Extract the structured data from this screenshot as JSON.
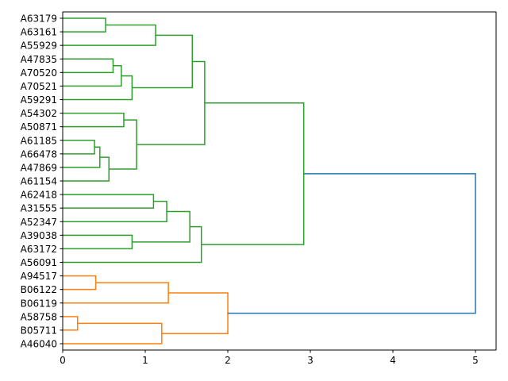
{
  "chart_data": {
    "type": "dendrogram",
    "orientation": "right",
    "title": "",
    "xlabel": "",
    "ylabel": "",
    "xlim": [
      0,
      5.25
    ],
    "xticks": [
      0,
      1,
      2,
      3,
      4,
      5
    ],
    "xtick_labels": [
      "0",
      "1",
      "2",
      "3",
      "4",
      "5"
    ],
    "grid": false,
    "leaves": [
      "A63179",
      "A63161",
      "A55929",
      "A47835",
      "A70520",
      "A70521",
      "A59291",
      "A54302",
      "A50871",
      "A61185",
      "A66478",
      "A47869",
      "A61154",
      "A62418",
      "A31555",
      "A52347",
      "A39038",
      "A63172",
      "A56091",
      "A94517",
      "B06122",
      "B06119",
      "A58758",
      "B05711",
      "A46040"
    ],
    "colors": {
      "green": "#2ca02c",
      "orange": "#ff7f0e",
      "blue": "#1f77b4"
    },
    "merges": [
      {
        "a": 0,
        "b": 1,
        "height": 0.52,
        "color": "green"
      },
      {
        "a": 25,
        "b": 2,
        "height": 1.125,
        "color": "green"
      },
      {
        "a": 3,
        "b": 4,
        "height": 0.61,
        "color": "green"
      },
      {
        "a": 27,
        "b": 5,
        "height": 0.71,
        "color": "green"
      },
      {
        "a": 28,
        "b": 6,
        "height": 0.84,
        "color": "green"
      },
      {
        "a": 26,
        "b": 29,
        "height": 1.57,
        "color": "green"
      },
      {
        "a": 7,
        "b": 8,
        "height": 0.74,
        "color": "green"
      },
      {
        "a": 9,
        "b": 10,
        "height": 0.385,
        "color": "green"
      },
      {
        "a": 32,
        "b": 11,
        "height": 0.45,
        "color": "green"
      },
      {
        "a": 33,
        "b": 12,
        "height": 0.56,
        "color": "green"
      },
      {
        "a": 31,
        "b": 34,
        "height": 0.895,
        "color": "green"
      },
      {
        "a": 30,
        "b": 35,
        "height": 1.72,
        "color": "green"
      },
      {
        "a": 13,
        "b": 14,
        "height": 1.1,
        "color": "green"
      },
      {
        "a": 37,
        "b": 15,
        "height": 1.26,
        "color": "green"
      },
      {
        "a": 16,
        "b": 17,
        "height": 0.84,
        "color": "green"
      },
      {
        "a": 38,
        "b": 39,
        "height": 1.54,
        "color": "green"
      },
      {
        "a": 40,
        "b": 18,
        "height": 1.68,
        "color": "green"
      },
      {
        "a": 36,
        "b": 41,
        "height": 2.92,
        "color": "green"
      },
      {
        "a": 19,
        "b": 20,
        "height": 0.4,
        "color": "orange"
      },
      {
        "a": 43,
        "b": 21,
        "height": 1.28,
        "color": "orange"
      },
      {
        "a": 22,
        "b": 23,
        "height": 0.18,
        "color": "orange"
      },
      {
        "a": 45,
        "b": 24,
        "height": 1.2,
        "color": "orange"
      },
      {
        "a": 44,
        "b": 46,
        "height": 2.0,
        "color": "orange"
      },
      {
        "a": 42,
        "b": 47,
        "height": 5.0,
        "color": "blue"
      }
    ]
  }
}
